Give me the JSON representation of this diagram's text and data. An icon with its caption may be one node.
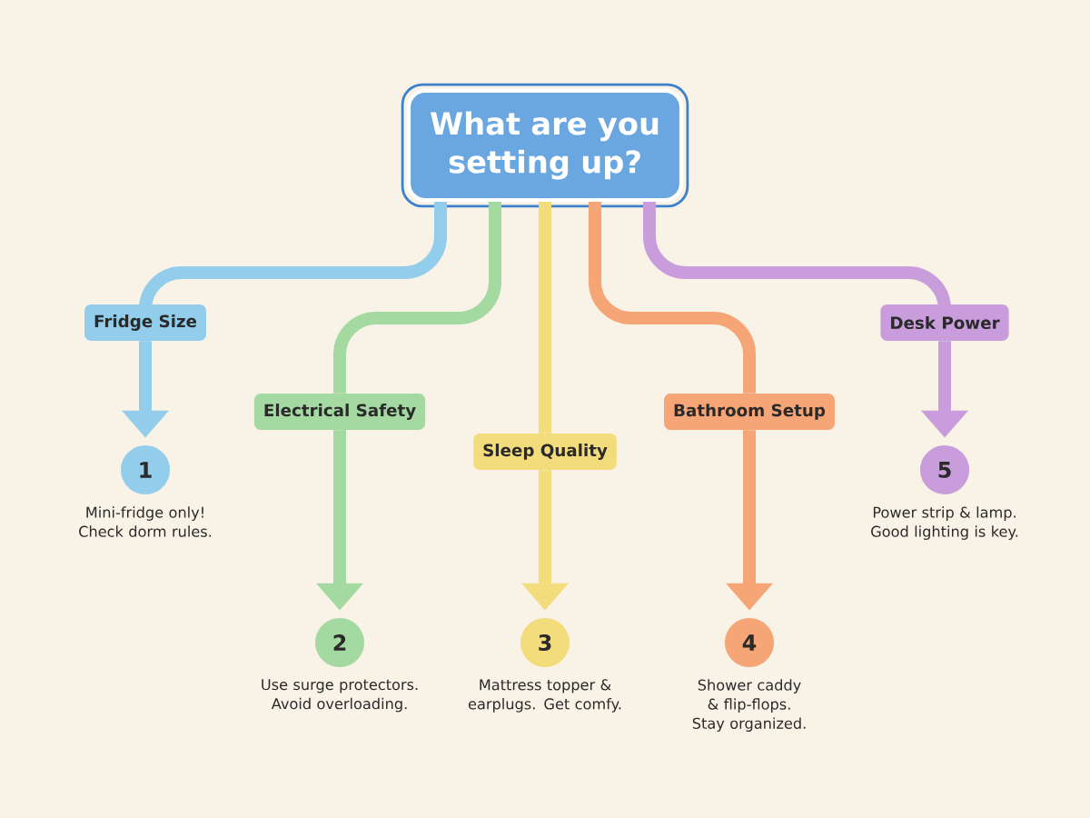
{
  "diagram": {
    "nodes": [
      {
        "text": [
          "What are you setting up?"
        ]
      },
      {
        "text": [
          "Fridge Size"
        ]
      },
      {
        "text": [
          "Electrical Safety"
        ]
      },
      {
        "text": [
          "Sleep Quality"
        ]
      },
      {
        "text": [
          "Bathroom Setup"
        ]
      },
      {
        "text": [
          "Desk Power"
        ]
      },
      {
        "text": [
          "1"
        ],
        "beside": [
          "Mini-fridge only! Check dorm rules."
        ]
      },
      {
        "text": [
          "2"
        ],
        "beside": [
          "Use surge protectors. Avoid overloading."
        ]
      },
      {
        "text": [
          "3"
        ],
        "beside": [
          "Mattress topper & earplugs. Get comfy."
        ]
      },
      {
        "text": [
          "4"
        ],
        "beside": [
          "Shower caddy & flip-flops. Stay organized."
        ]
      },
      {
        "text": [
          "5"
        ],
        "beside": [
          "Power strip & lamp. Good lighting is key."
        ]
      }
    ],
    "edges": [
      {
        "from": 0,
        "to": 1,
        "arrow": "none",
        "color": "#92cdec"
      },
      {
        "from": 0,
        "to": 2,
        "arrow": "none",
        "color": "#a5d9a2"
      },
      {
        "from": 0,
        "to": 3,
        "arrow": "none",
        "color": "#f3dc7c"
      },
      {
        "from": 0,
        "to": 4,
        "arrow": "none",
        "color": "#f6a577"
      },
      {
        "from": 0,
        "to": 5,
        "arrow": "none",
        "color": "#c99ddc"
      },
      {
        "from": 1,
        "to": 6,
        "arrow": "to",
        "color": "#92cdec"
      },
      {
        "from": 2,
        "to": 7,
        "arrow": "to",
        "color": "#a5d9a2"
      },
      {
        "from": 3,
        "to": 8,
        "arrow": "to",
        "color": "#f3dc7c"
      },
      {
        "from": 4,
        "to": 9,
        "arrow": "to",
        "color": "#f6a577"
      },
      {
        "from": 5,
        "to": 10,
        "arrow": "to",
        "color": "#c99ddc"
      }
    ]
  }
}
